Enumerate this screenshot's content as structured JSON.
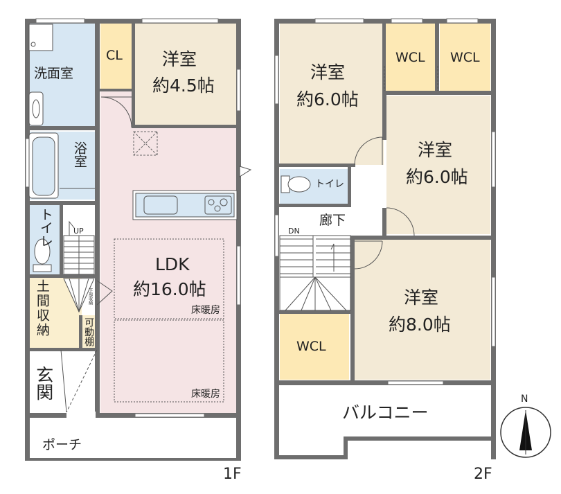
{
  "floor1": {
    "label": "1F",
    "rooms": {
      "washroom": "洗面室",
      "bath": "浴室",
      "toilet": "トイレ",
      "closet": "CL",
      "western_room": {
        "name": "洋室",
        "size": "約4.5帖"
      },
      "ldk": {
        "name": "LDK",
        "size": "約16.0帖"
      },
      "floor_heating": "床暖房",
      "earth_storage": "土間収納",
      "movable_shelf": "可動棚",
      "entrance": "玄関",
      "porch": "ポーチ",
      "underfloor_storage": "下部収納",
      "stairs_up": "UP"
    }
  },
  "floor2": {
    "label": "2F",
    "rooms": {
      "western_room_nw": {
        "name": "洋室",
        "size": "約6.0帖"
      },
      "western_room_ne": {
        "name": "洋室",
        "size": "約6.0帖"
      },
      "western_room_s": {
        "name": "洋室",
        "size": "約8.0帖"
      },
      "wcl": "WCL",
      "toilet": "トイレ",
      "hallway": "廊下",
      "balcony": "バルコニー",
      "stairs_down": "DN"
    }
  },
  "compass": {
    "north": "N"
  },
  "colors": {
    "wall": "#6e6e6e",
    "western_room": "#f3ead6",
    "closet": "#fde9b5",
    "ldk": "#f5e4e5",
    "wet_area": "#d7e7f3",
    "storage": "#faefcf"
  }
}
